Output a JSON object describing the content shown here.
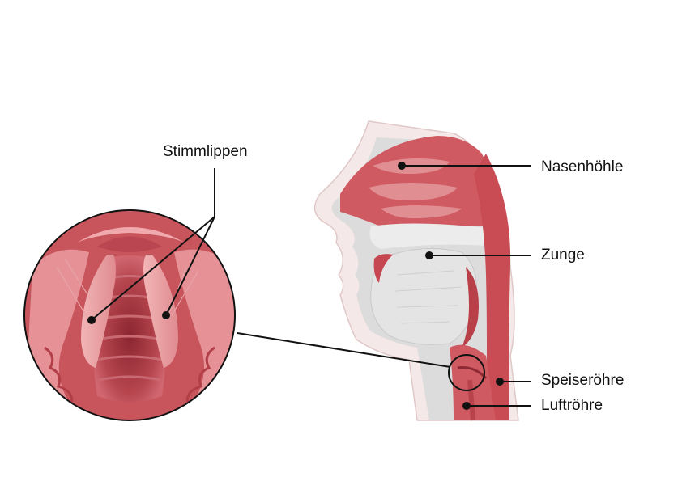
{
  "labels": {
    "vocal_folds": "Stimmlippen",
    "nasal_cavity": "Nasenhöhle",
    "tongue": "Zunge",
    "esophagus": "Speiseröhre",
    "trachea": "Luftröhre"
  },
  "colors": {
    "tissue": "#cf5a62",
    "tissue_dark": "#a9353f",
    "tissue_light": "#e8989c",
    "skin": "#f3e4e4",
    "bone": "#e3e3e3",
    "line": "#111111"
  }
}
